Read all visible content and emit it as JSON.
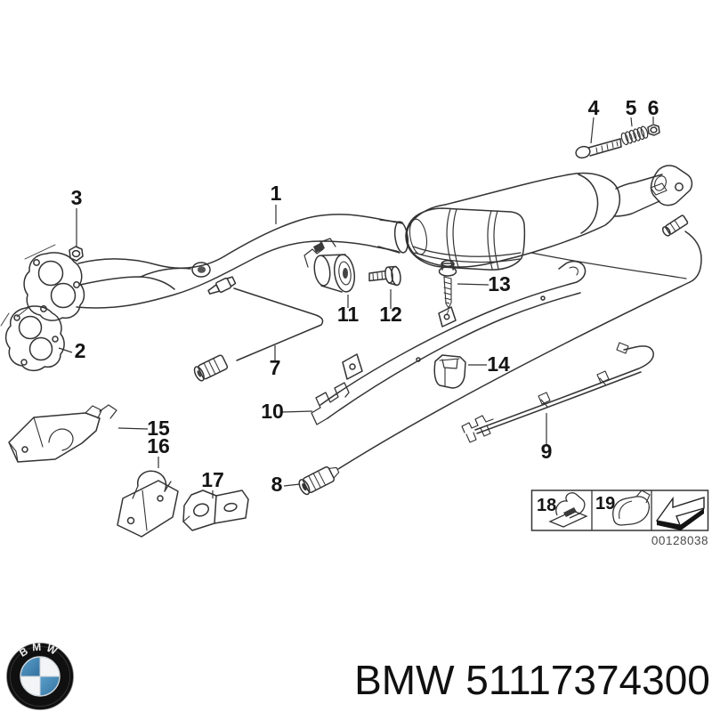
{
  "diagram": {
    "callouts": [
      "1",
      "2",
      "3",
      "4",
      "5",
      "6",
      "7",
      "8",
      "9",
      "10",
      "11",
      "12",
      "13",
      "14",
      "15",
      "16",
      "17"
    ],
    "legend": {
      "items": [
        "18",
        "19"
      ]
    },
    "watermark": "00128038"
  },
  "footer": {
    "logo_text": "BMW",
    "title": "BMW 51117374300"
  },
  "colors": {
    "line": "#333333",
    "label": "#141414",
    "watermark": "#4a4a4a",
    "logo_ring": "#101010",
    "logo_blue": "#4a8ab8",
    "logo_white": "#f2f4f6"
  }
}
